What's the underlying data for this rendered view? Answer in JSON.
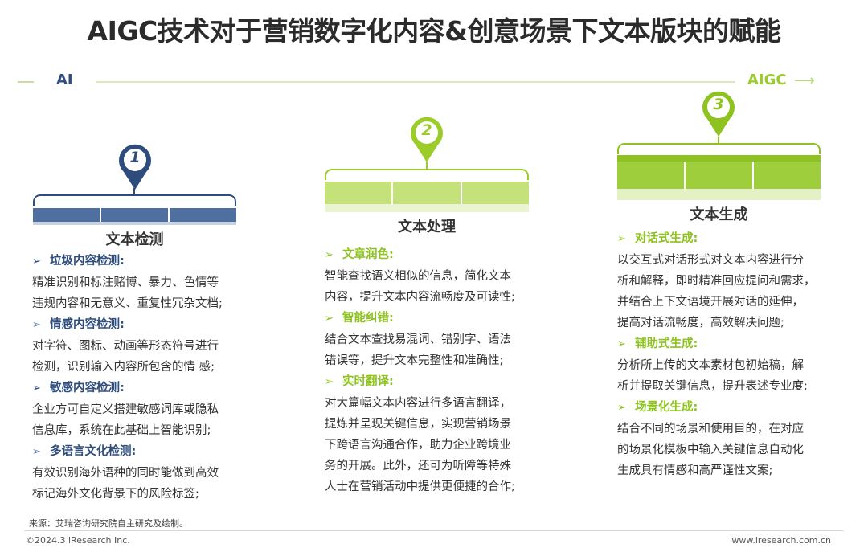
{
  "title": "AIGC技术对于营销数字化内容&创意场景下文本版块的赋能",
  "timeline": {
    "left_label": "AI",
    "right_label": "AIGC",
    "arrow_icon": "arrow-right-icon"
  },
  "colors": {
    "navy": "#2e4d7c",
    "green": "#8dc21f",
    "light_green": "#b8d96c"
  },
  "columns": [
    {
      "number": "1",
      "title": "文本检测",
      "items": [
        {
          "arrow": "➢",
          "heading": "垃圾内容检测:",
          "lines": [
            "精准识别和标注赌博、暴力、色情等",
            "违规内容和无意义、重复性冗杂文档;"
          ]
        },
        {
          "arrow": "➢",
          "heading": "情感内容检测:",
          "lines": [
            "对字符、图标、动画等形态符号进行",
            "检测，识别输入内容所包含的情 感;"
          ]
        },
        {
          "arrow": "➢",
          "heading": "敏感内容检测:",
          "lines": [
            "企业方可自定义搭建敏感词库或隐私",
            "信息库，系统在此基础上智能识别;"
          ]
        },
        {
          "arrow": "➢",
          "heading": "多语言文化检测:",
          "lines": [
            "有效识别海外语种的同时能做到高效",
            "标记海外文化背景下的风险标签;"
          ]
        }
      ]
    },
    {
      "number": "2",
      "title": "文本处理",
      "items": [
        {
          "arrow": "➢",
          "heading": "文章润色:",
          "lines": [
            "智能查找语义相似的信息，简化文本",
            "内容，提升文本内容流畅度及可读性;"
          ]
        },
        {
          "arrow": "➢",
          "heading": "智能纠错:",
          "lines": [
            "结合文本查找易混词、错别字、语法",
            "错误等，提升文本完整性和准确性;"
          ]
        },
        {
          "arrow": "➢",
          "heading": "实时翻译:",
          "lines": [
            "对大篇幅文本内容进行多语言翻译，",
            "提炼并呈现关键信息，实现营销场景",
            "下跨语言沟通合作，助力企业跨境业",
            "务的开展。此外，还可为听障等特殊",
            "人士在营销活动中提供更便捷的合作;"
          ]
        }
      ]
    },
    {
      "number": "3",
      "title": "文本生成",
      "items": [
        {
          "arrow": "➢",
          "heading": "对话式生成:",
          "lines": [
            "以交互式对话形式对文本内容进行分",
            "析和解释，即时精准回应提问和需求，",
            "并结合上下文语境开展对话的延伸，",
            "提高对话流畅度，高效解决问题;"
          ]
        },
        {
          "arrow": "➢",
          "heading": "辅助式生成:",
          "lines": [
            "分析所上传的文本素材包初始稿，解",
            "析并提取关键信息，提升表述专业度;"
          ]
        },
        {
          "arrow": "➢",
          "heading": "场景化生成:",
          "lines": [
            "结合不同的场景和使用目的，在对应",
            "的场景化模板中输入关键信息自动化",
            "生成具有情感和高严谨性文案;"
          ]
        }
      ]
    }
  ],
  "footer": {
    "source": "来源：艾瑞咨询研究院自主研究及绘制。",
    "copyright": "©2024.3 iResearch Inc.",
    "url": "www.iresearch.com.cn"
  }
}
